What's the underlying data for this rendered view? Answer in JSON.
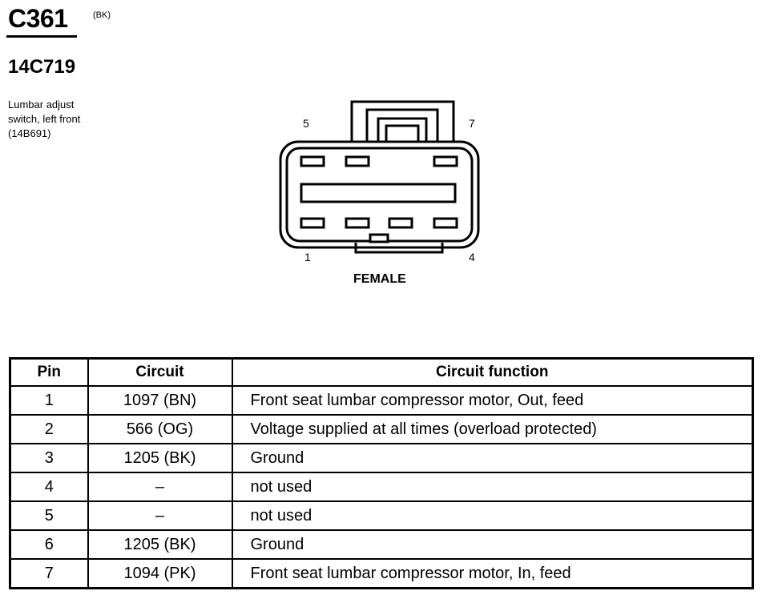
{
  "header": {
    "connector": "C361",
    "color": "(BK)",
    "part_number": "14C719",
    "description_lines": [
      "Lumbar adjust",
      "switch, left front",
      "(14B691)"
    ]
  },
  "connector_view": {
    "pin_labels": {
      "p5": "5",
      "p7": "7",
      "p1": "1",
      "p4": "4"
    },
    "gender": "FEMALE"
  },
  "table": {
    "headers": [
      "Pin",
      "Circuit",
      "Circuit function"
    ],
    "rows": [
      {
        "pin": "1",
        "circuit": "1097 (BN)",
        "function": "Front seat lumbar compressor motor, Out, feed"
      },
      {
        "pin": "2",
        "circuit": "566 (OG)",
        "function": "Voltage supplied at all times (overload protected)"
      },
      {
        "pin": "3",
        "circuit": "1205 (BK)",
        "function": "Ground"
      },
      {
        "pin": "4",
        "circuit": "–",
        "function": "not used"
      },
      {
        "pin": "5",
        "circuit": "–",
        "function": "not used"
      },
      {
        "pin": "6",
        "circuit": "1205 (BK)",
        "function": "Ground"
      },
      {
        "pin": "7",
        "circuit": "1094 (PK)",
        "function": "Front seat lumbar compressor motor, In, feed"
      }
    ]
  }
}
